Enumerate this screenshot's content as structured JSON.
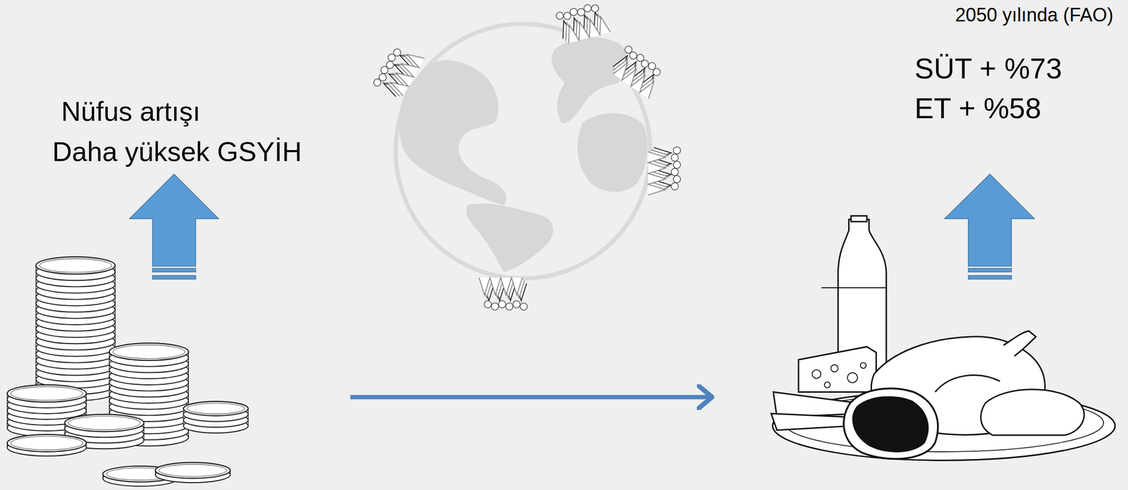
{
  "diagram": {
    "labels": [
      "2050 yılında (FAO)",
      "SÜT + %73",
      "ET + %58",
      "Nüfus artışı",
      "Daha yüksek GSYİH"
    ]
  }
}
